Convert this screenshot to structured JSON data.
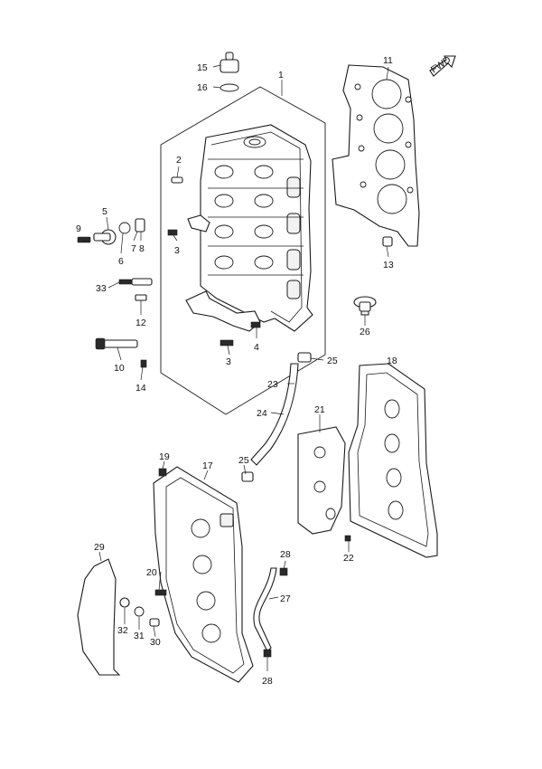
{
  "fwd_label": "FWD",
  "labels": {
    "p1": "1",
    "p2": "2",
    "p3a": "3",
    "p3b": "3",
    "p4": "4",
    "p5": "5",
    "p6": "6",
    "p7": "7",
    "p8": "8",
    "p9": "9",
    "p10": "10",
    "p11": "11",
    "p12": "12",
    "p13": "13",
    "p14": "14",
    "p15": "15",
    "p16": "16",
    "p17": "17",
    "p18": "18",
    "p19": "19",
    "p20": "20",
    "p21": "21",
    "p22": "22",
    "p23": "23",
    "p24": "24",
    "p25a": "25",
    "p25b": "25",
    "p26": "26",
    "p27": "27",
    "p28a": "28",
    "p28b": "28",
    "p29": "29",
    "p30": "30",
    "p31": "31",
    "p32": "32",
    "p33": "33"
  }
}
